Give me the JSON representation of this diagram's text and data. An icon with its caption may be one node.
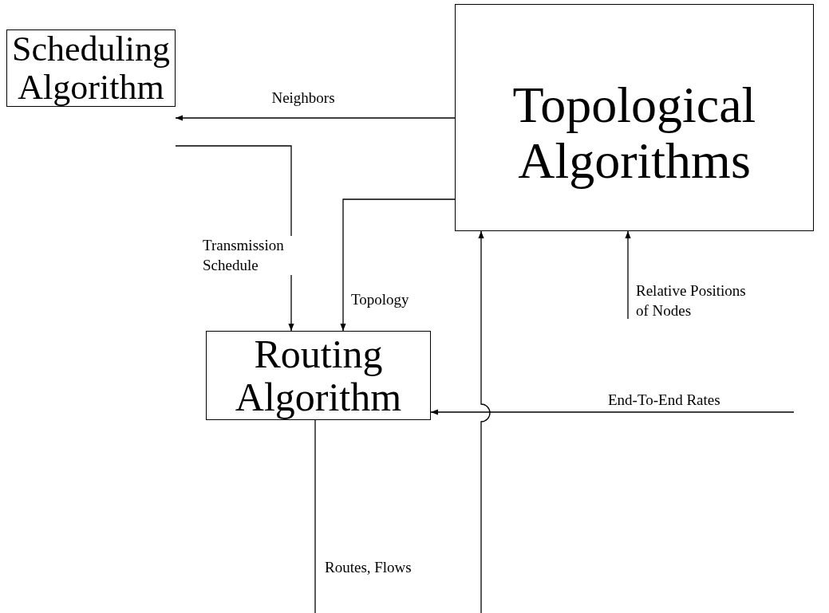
{
  "diagram": {
    "nodes": [
      {
        "text": [
          "Scheduling Algorithm"
        ]
      },
      {
        "text": [
          "Topological Algorithms"
        ]
      },
      {
        "text": [
          "Routing Algorithm"
        ]
      }
    ],
    "edges": [
      {
        "from": 1,
        "to": 0,
        "arrow": "to",
        "label": "Neighbors"
      },
      {
        "from": 0,
        "to": 2,
        "arrow": "to",
        "label": "Transmission Schedule"
      },
      {
        "from": 1,
        "to": 2,
        "arrow": "to",
        "label": "Topology"
      },
      {
        "from": null,
        "to": 1,
        "arrow": "to",
        "label": "Relative Positions of Nodes"
      },
      {
        "from": null,
        "to": 2,
        "arrow": "to",
        "label": "End-To-End Rates"
      },
      {
        "from": 2,
        "to": 1,
        "arrow": "to",
        "label": "Routes, Flows"
      }
    ]
  }
}
